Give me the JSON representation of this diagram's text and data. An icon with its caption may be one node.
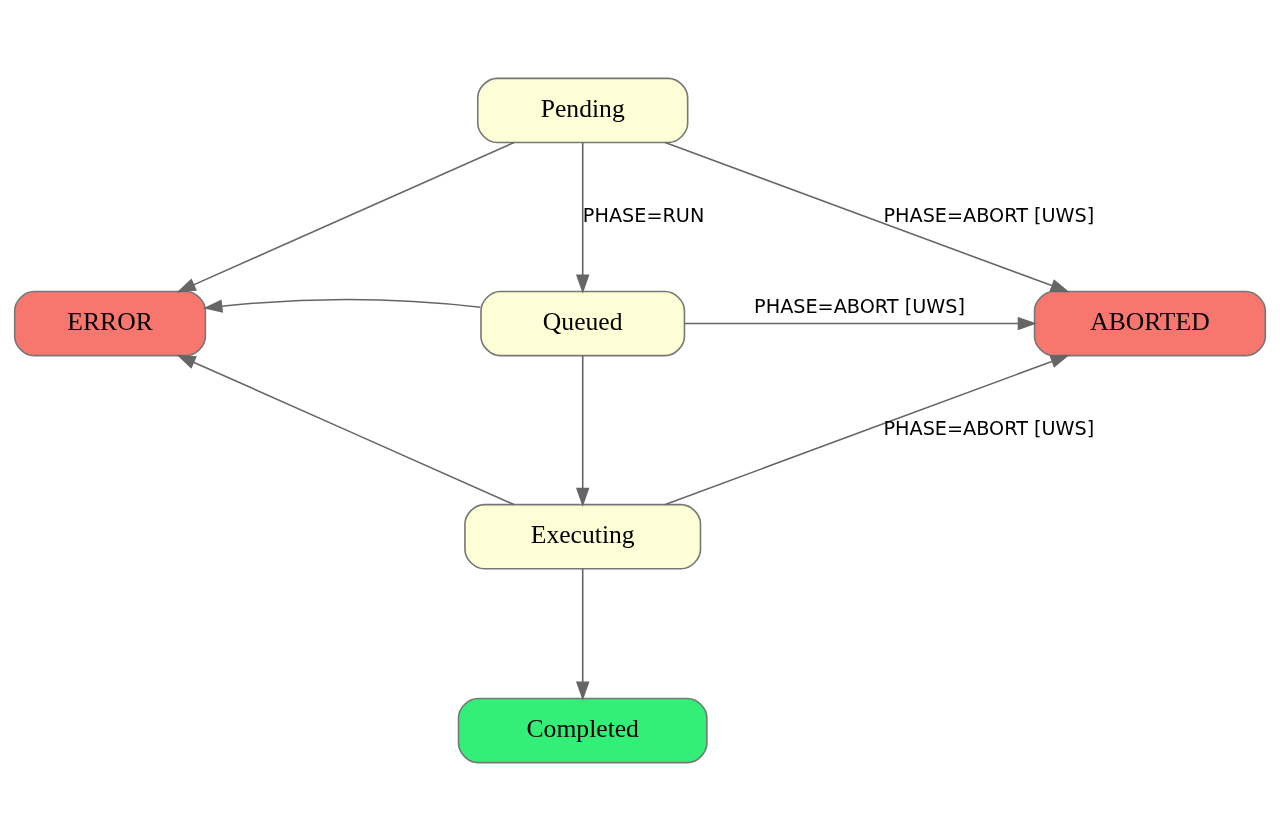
{
  "diagram": {
    "nodes": [
      {
        "text": [
          "Pending"
        ]
      },
      {
        "text": [
          "ERROR"
        ]
      },
      {
        "text": [
          "Queued"
        ]
      },
      {
        "text": [
          "ABORTED"
        ]
      },
      {
        "text": [
          "Executing"
        ]
      },
      {
        "text": [
          "Completed"
        ]
      }
    ],
    "edges": [
      {
        "from": 0,
        "to": 1,
        "arrow": "to"
      },
      {
        "from": 0,
        "to": 2,
        "arrow": "to",
        "label": "PHASE=RUN"
      },
      {
        "from": 0,
        "to": 3,
        "arrow": "to",
        "label": "PHASE=ABORT [UWS]"
      },
      {
        "from": 2,
        "to": 1,
        "arrow": "to"
      },
      {
        "from": 2,
        "to": 3,
        "arrow": "to",
        "label": "PHASE=ABORT [UWS]"
      },
      {
        "from": 2,
        "to": 4,
        "arrow": "to"
      },
      {
        "from": 4,
        "to": 1,
        "arrow": "to"
      },
      {
        "from": 4,
        "to": 3,
        "arrow": "to",
        "label": "PHASE=ABORT [UWS]"
      },
      {
        "from": 4,
        "to": 5,
        "arrow": "to"
      }
    ]
  }
}
